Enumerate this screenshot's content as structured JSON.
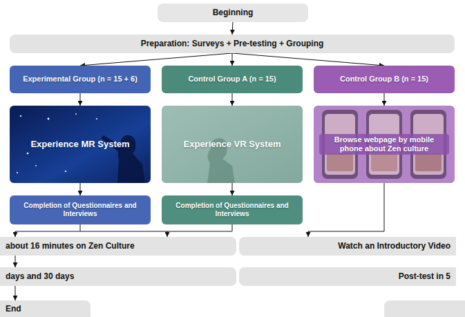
{
  "diagram": {
    "nodes": [
      {
        "text": [
          "Beginning"
        ]
      },
      {
        "text": [
          "Preparation: Surveys + Pre-testing + Grouping"
        ]
      },
      {
        "text": [
          "Experimental Group (n = 15 + 6)"
        ]
      },
      {
        "text": [
          "Control Group A (n = 15)"
        ]
      },
      {
        "text": [
          "Control Group B (n = 15)"
        ]
      },
      {
        "text": [
          "Experience MR System"
        ]
      },
      {
        "text": [
          "Experience VR System"
        ]
      },
      {
        "text": [
          "Browse webpage by mobile phone about Zen culture"
        ]
      },
      {
        "text": [
          "Completion of Questionnaires and Interviews"
        ]
      },
      {
        "text": [
          "Completion of Questionnaires and Interviews"
        ]
      },
      {
        "text": [
          "about 16 minutes on Zen Culture"
        ]
      },
      {
        "text": [
          "Watch an Introductory Video"
        ]
      },
      {
        "text": [
          "days and 30 days"
        ]
      },
      {
        "text": [
          "Post-test in 5"
        ]
      },
      {
        "text": [
          "End"
        ]
      }
    ],
    "edges": [
      {
        "from": 0,
        "to": 1,
        "arrow": "to"
      },
      {
        "from": 1,
        "to": 2,
        "arrow": "to"
      },
      {
        "from": 1,
        "to": 3,
        "arrow": "to"
      },
      {
        "from": 1,
        "to": 4,
        "arrow": "to"
      },
      {
        "from": 2,
        "to": 5,
        "arrow": "to"
      },
      {
        "from": 3,
        "to": 6,
        "arrow": "to"
      },
      {
        "from": 4,
        "to": 7,
        "arrow": "to"
      },
      {
        "from": 5,
        "to": 8,
        "arrow": "to"
      },
      {
        "from": 6,
        "to": 9,
        "arrow": "to"
      },
      {
        "from": 8,
        "to": 10,
        "arrow": "to"
      },
      {
        "from": 9,
        "to": 10,
        "arrow": "to"
      },
      {
        "from": 7,
        "to": 11,
        "arrow": "to"
      },
      {
        "from": 10,
        "to": 12,
        "arrow": "to"
      },
      {
        "from": 12,
        "to": 14,
        "arrow": "to"
      }
    ]
  }
}
